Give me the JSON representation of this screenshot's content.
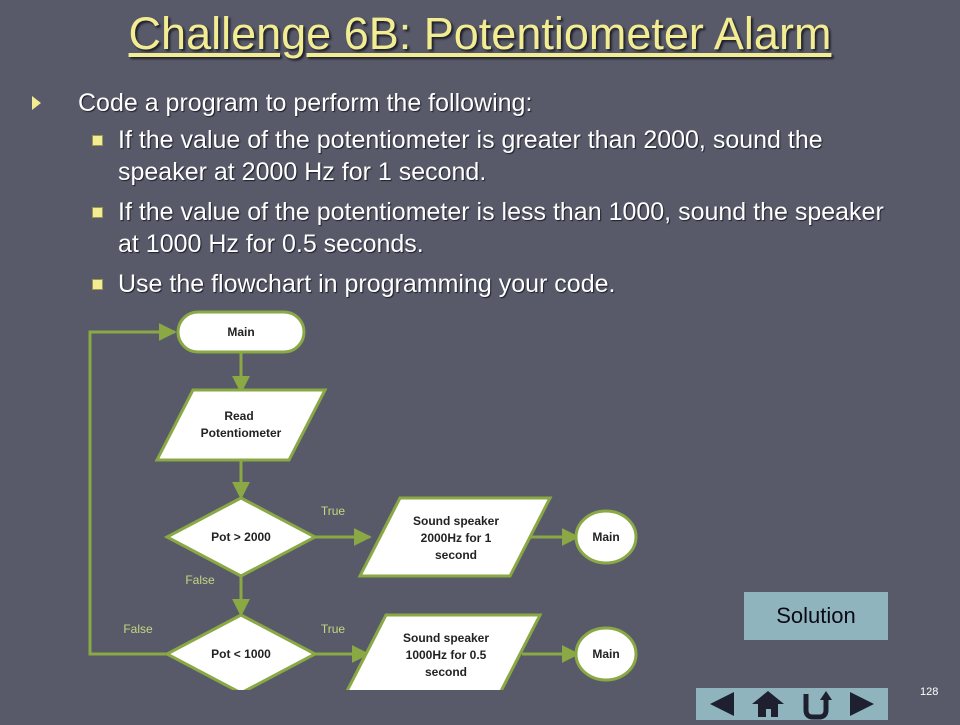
{
  "title": "Challenge 6B: Potentiometer Alarm",
  "bullet": "Code a program to perform the following:",
  "subbullets": [
    "If the value of the potentiometer is greater than 2000, sound the speaker at 2000 Hz for 1 second.",
    "If the value of the potentiometer is less than 1000, sound the speaker at 1000 Hz for 0.5 seconds.",
    "Use the flowchart in programming your code."
  ],
  "flowchart": {
    "start": "Main",
    "read_line1": "Read",
    "read_line2": "Potentiometer",
    "decision1": "Pot > 2000",
    "decision2": "Pot < 1000",
    "action1_line1": "Sound speaker",
    "action1_line2": "2000Hz for 1",
    "action1_line3": "second",
    "action2_line1": "Sound speaker",
    "action2_line2": "1000Hz for 0.5",
    "action2_line3": "second",
    "end1": "Main",
    "end2": "Main",
    "true1": "True",
    "false1": "False",
    "true2": "True",
    "false2": "False"
  },
  "solution_label": "Solution",
  "page_number": "128",
  "nav_icons": [
    "back-icon",
    "home-icon",
    "return-icon",
    "forward-icon"
  ],
  "colors": {
    "background": "#585a6a",
    "title": "#f2ec92",
    "flow_stroke": "#8aa843",
    "button_fill": "#8fb4be"
  }
}
